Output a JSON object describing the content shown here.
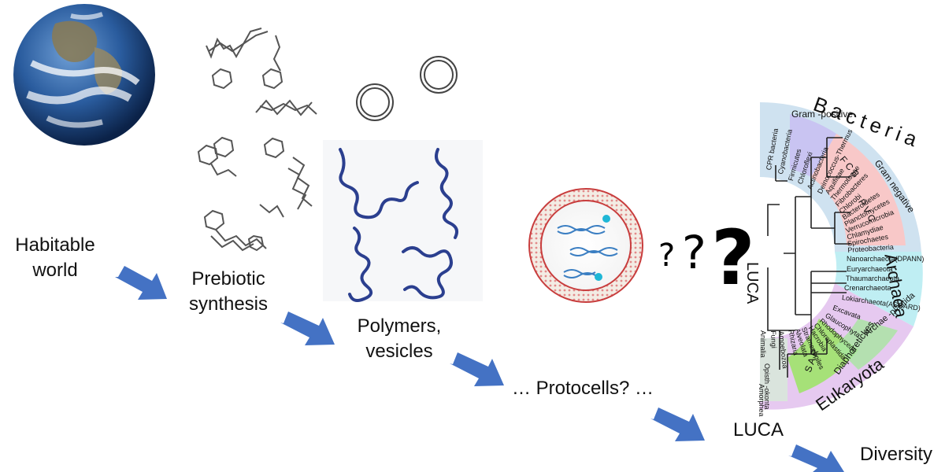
{
  "stages": [
    {
      "line1": "Habitable",
      "line2": "world"
    },
    {
      "line1": "Prebiotic",
      "line2": "synthesis"
    },
    {
      "line1": "Polymers,",
      "line2": "vesicles"
    },
    {
      "line1": "… Protocells? …"
    },
    {
      "line1": "LUCA"
    },
    {
      "line1": "Diversity"
    }
  ],
  "question_marks": [
    "?",
    "?",
    "?"
  ],
  "colors": {
    "arrow": "#4472C4",
    "bacteria_band": "#cfe2f0",
    "gram_positive": "#c9c4f2",
    "gram_negative": "#f8c8c8",
    "archaea_band": "#bfeef3",
    "eukaryota_band": "#e6c9f0",
    "earth_ocean": "#1f4e8c",
    "polymer": "#2b3f8f"
  },
  "tree": {
    "luca": "LUCA",
    "domains": [
      "Bacteria",
      "Archaea",
      "Eukaryota"
    ],
    "group_labels": [
      "Gram -positive",
      "Gram negative",
      "F C B",
      "P V C",
      "Diaphoretickes",
      "S A R",
      "Archae -plastida"
    ],
    "bacteria_taxa": [
      "CPR bacteria",
      "Cyanobacteria",
      "Firmicutes",
      "Chloroflexi",
      "Actinobacteria",
      "Deinococcus-Thermus",
      "Aquificae",
      "Thermotogae",
      "Fibrobacteres",
      "Chlorobi",
      "Bacteroidetes",
      "Planctomycetes",
      "Verrucomicrobia",
      "Chlamydiae",
      "Spirochaetes",
      "Proteobacteria"
    ],
    "archaea_taxa": [
      "Nanoarchaeota(DPANN)",
      "Euryarchaeota",
      "Thaumarchaeota",
      "Crenarchaeota",
      "Lokiarchaeota(ASGARD)"
    ],
    "eukaryota_taxa": [
      "Excavata",
      "Glaucophyta",
      "Rhodophyceae",
      "Chloroplastida",
      "Hacrobia",
      "Stramenopiles",
      "Alveolata",
      "Rhizaria",
      "Amoebozoa",
      "Fungi",
      "Opisth -okonta",
      "Animalia",
      "Amorphea"
    ]
  }
}
